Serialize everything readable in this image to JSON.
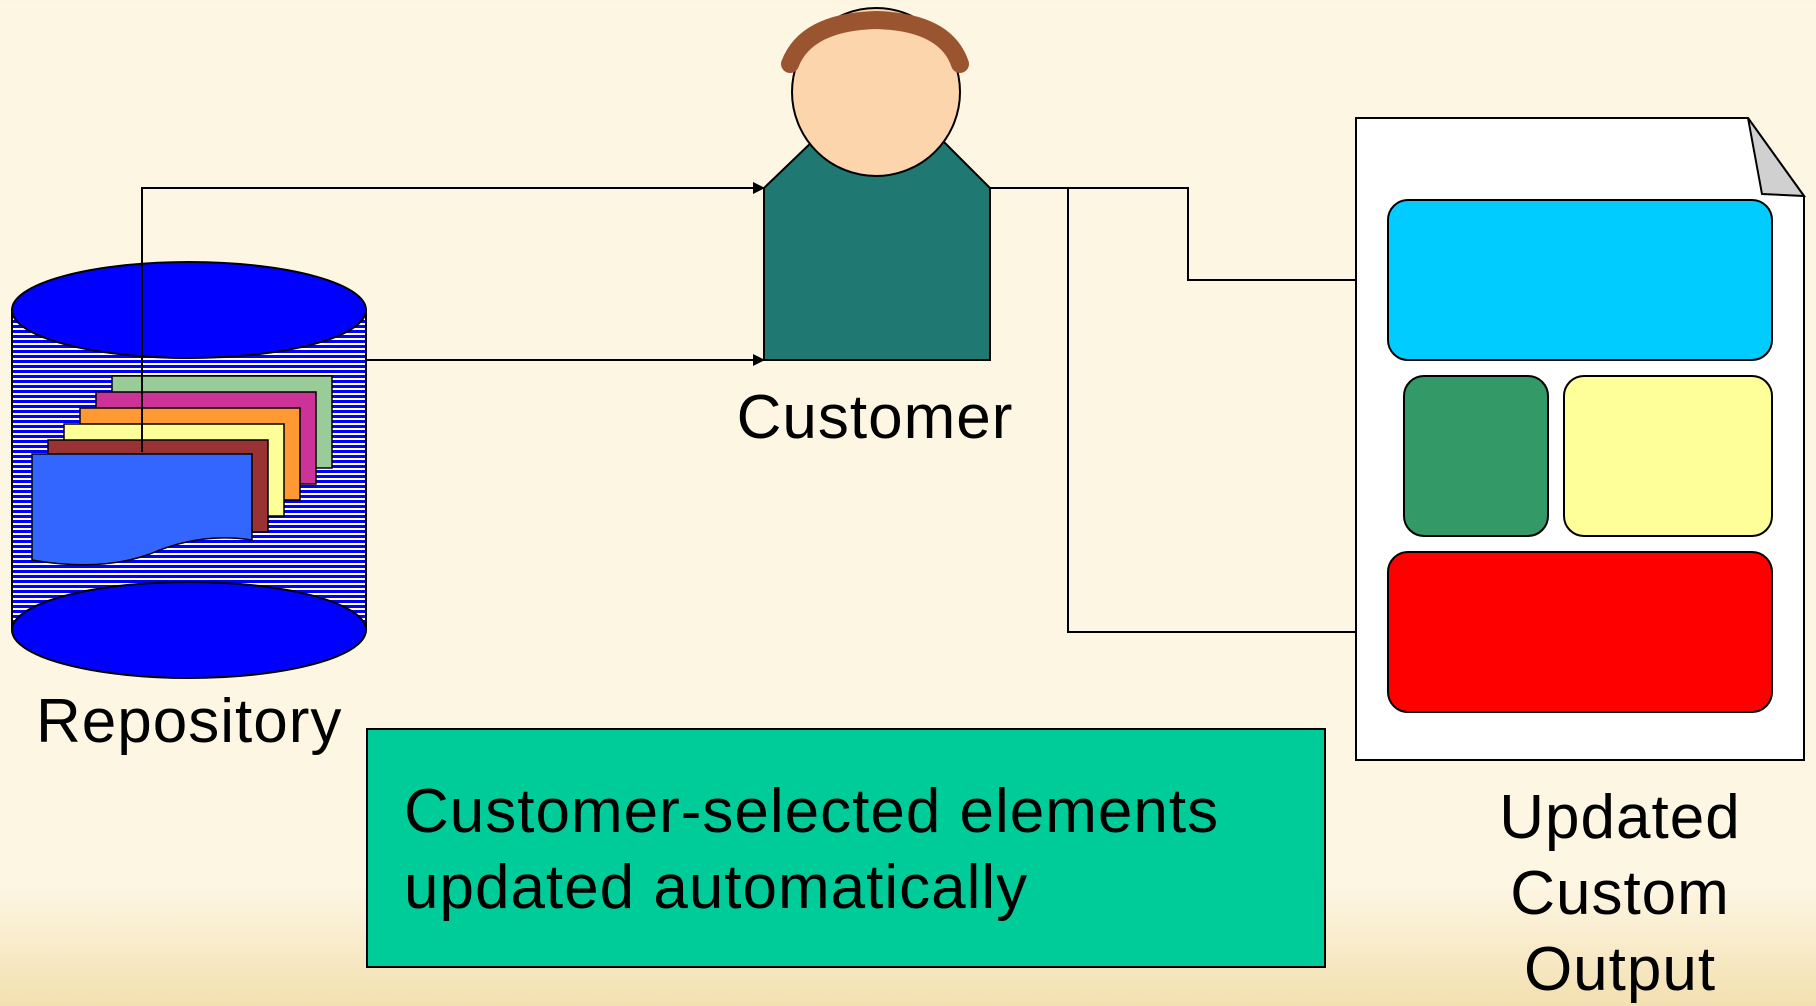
{
  "customer": {
    "label": "Customer"
  },
  "repository": {
    "label": "Repository"
  },
  "output": {
    "label_lines": [
      "Updated",
      "Custom",
      "Output"
    ]
  },
  "note": {
    "lines": [
      "Customer-selected elements",
      "updated automatically"
    ]
  },
  "colors": {
    "background": "#fdf6e3",
    "cylinder": "#0000ff",
    "person_body": "#207873",
    "person_face": "#fcd5ac",
    "person_hair": "#9a5530",
    "output_block_top": "#00ccff",
    "output_block_left": "#339966",
    "output_block_right": "#ffff99",
    "output_block_bottom": "#ff0000",
    "note_box": "#00cc99"
  }
}
